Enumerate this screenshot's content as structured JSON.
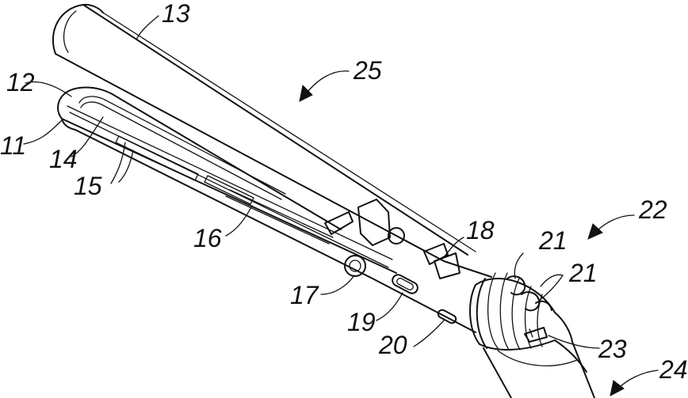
{
  "figure": {
    "reference_numerals": {
      "n11": "11",
      "n12": "12",
      "n13": "13",
      "n14": "14",
      "n15": "15",
      "n16": "16",
      "n17": "17",
      "n18": "18",
      "n19": "19",
      "n20": "20",
      "n21a": "21",
      "n21b": "21",
      "n22": "22",
      "n23": "23",
      "n24": "24",
      "n25": "25"
    }
  }
}
